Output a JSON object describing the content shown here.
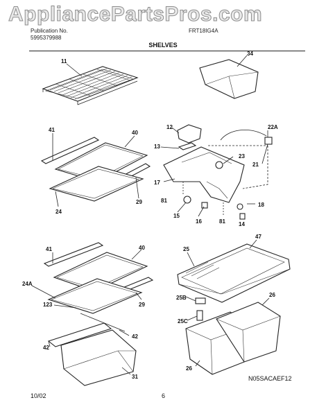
{
  "watermark": "AppliancePartsPros.com",
  "header": {
    "publication_label": "Publication No.",
    "publication_no": "5995379988",
    "model": "FRT18IG4A",
    "section_title": "SHELVES"
  },
  "callouts": {
    "c11": "11",
    "c34": "34",
    "c41a": "41",
    "c40a": "40",
    "c24": "24",
    "c29a": "29",
    "c12": "12",
    "c13": "13",
    "c22A": "22A",
    "c23": "23",
    "c21": "21",
    "c17": "17",
    "c81a": "81",
    "c15": "15",
    "c16": "16",
    "c81b": "81",
    "c18": "18",
    "c14": "14",
    "c41b": "41",
    "c40b": "40",
    "c24A": "24A",
    "c123": "123",
    "c29b": "29",
    "c42a": "42",
    "c42b": "42",
    "c31": "31",
    "c25": "25",
    "c47": "47",
    "c25B": "25B",
    "c25C": "25C",
    "c26a": "26",
    "c26b": "26"
  },
  "footer": {
    "date": "10/02",
    "page": "6",
    "code": "N05SACAEF12"
  }
}
